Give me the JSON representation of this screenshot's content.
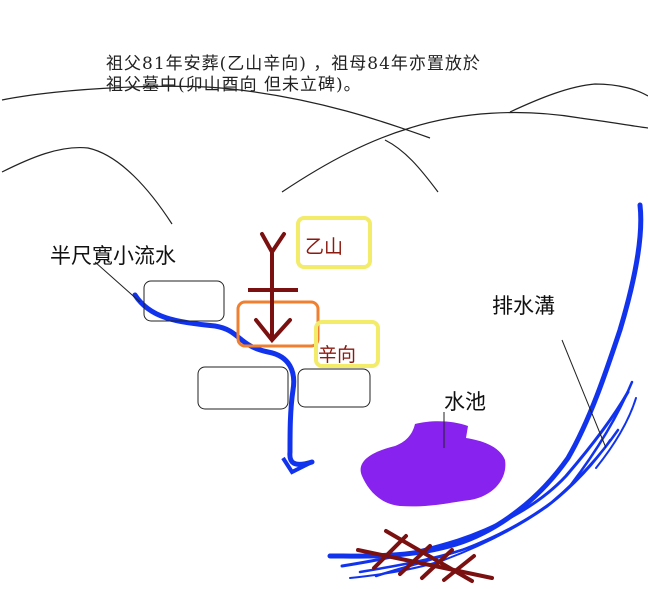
{
  "caption": {
    "line1": "祖父81年安葬(乙山辛向) ，祖母84年亦置放於",
    "line2": "祖父墓中(卯山酉向 但未立碑)。"
  },
  "labels": {
    "stream": "半尺寬小流水",
    "mountain": "乙山",
    "facing": "辛向",
    "ditch": "排水溝",
    "pond": "水池"
  },
  "colors": {
    "water": "#1133ee",
    "pond": "#8822ee",
    "arrow": "#7a1010",
    "grave_box": "#f08030",
    "label_box": "#f3ec6a",
    "outline": "#222222",
    "label_text": "#8b1a10"
  }
}
